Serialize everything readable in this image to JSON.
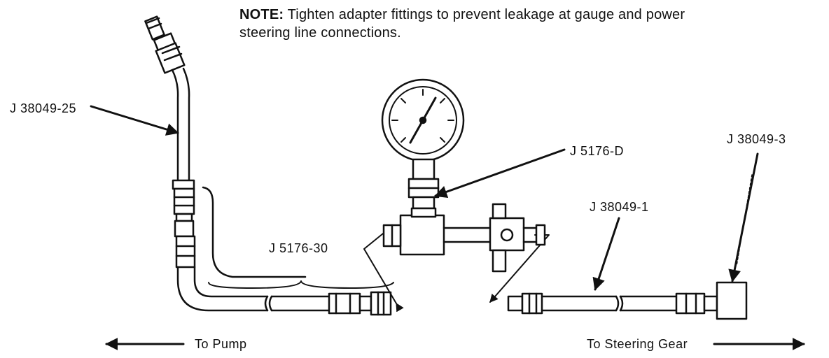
{
  "note": {
    "prefix": "NOTE:",
    "text": "Tighten adapter fittings to prevent leakage at gauge and power steering line connections."
  },
  "labels": {
    "hose_adapter": "J 38049-25",
    "gauge": "J 5176-D",
    "fitting": "J 38049-3",
    "hose": "J 38049-1",
    "gauge_hose": "J 5176-30"
  },
  "directions": {
    "pump": "To Pump",
    "steering_gear": "To Steering Gear"
  },
  "colors": {
    "ink": "#111111",
    "paper": "#ffffff"
  }
}
